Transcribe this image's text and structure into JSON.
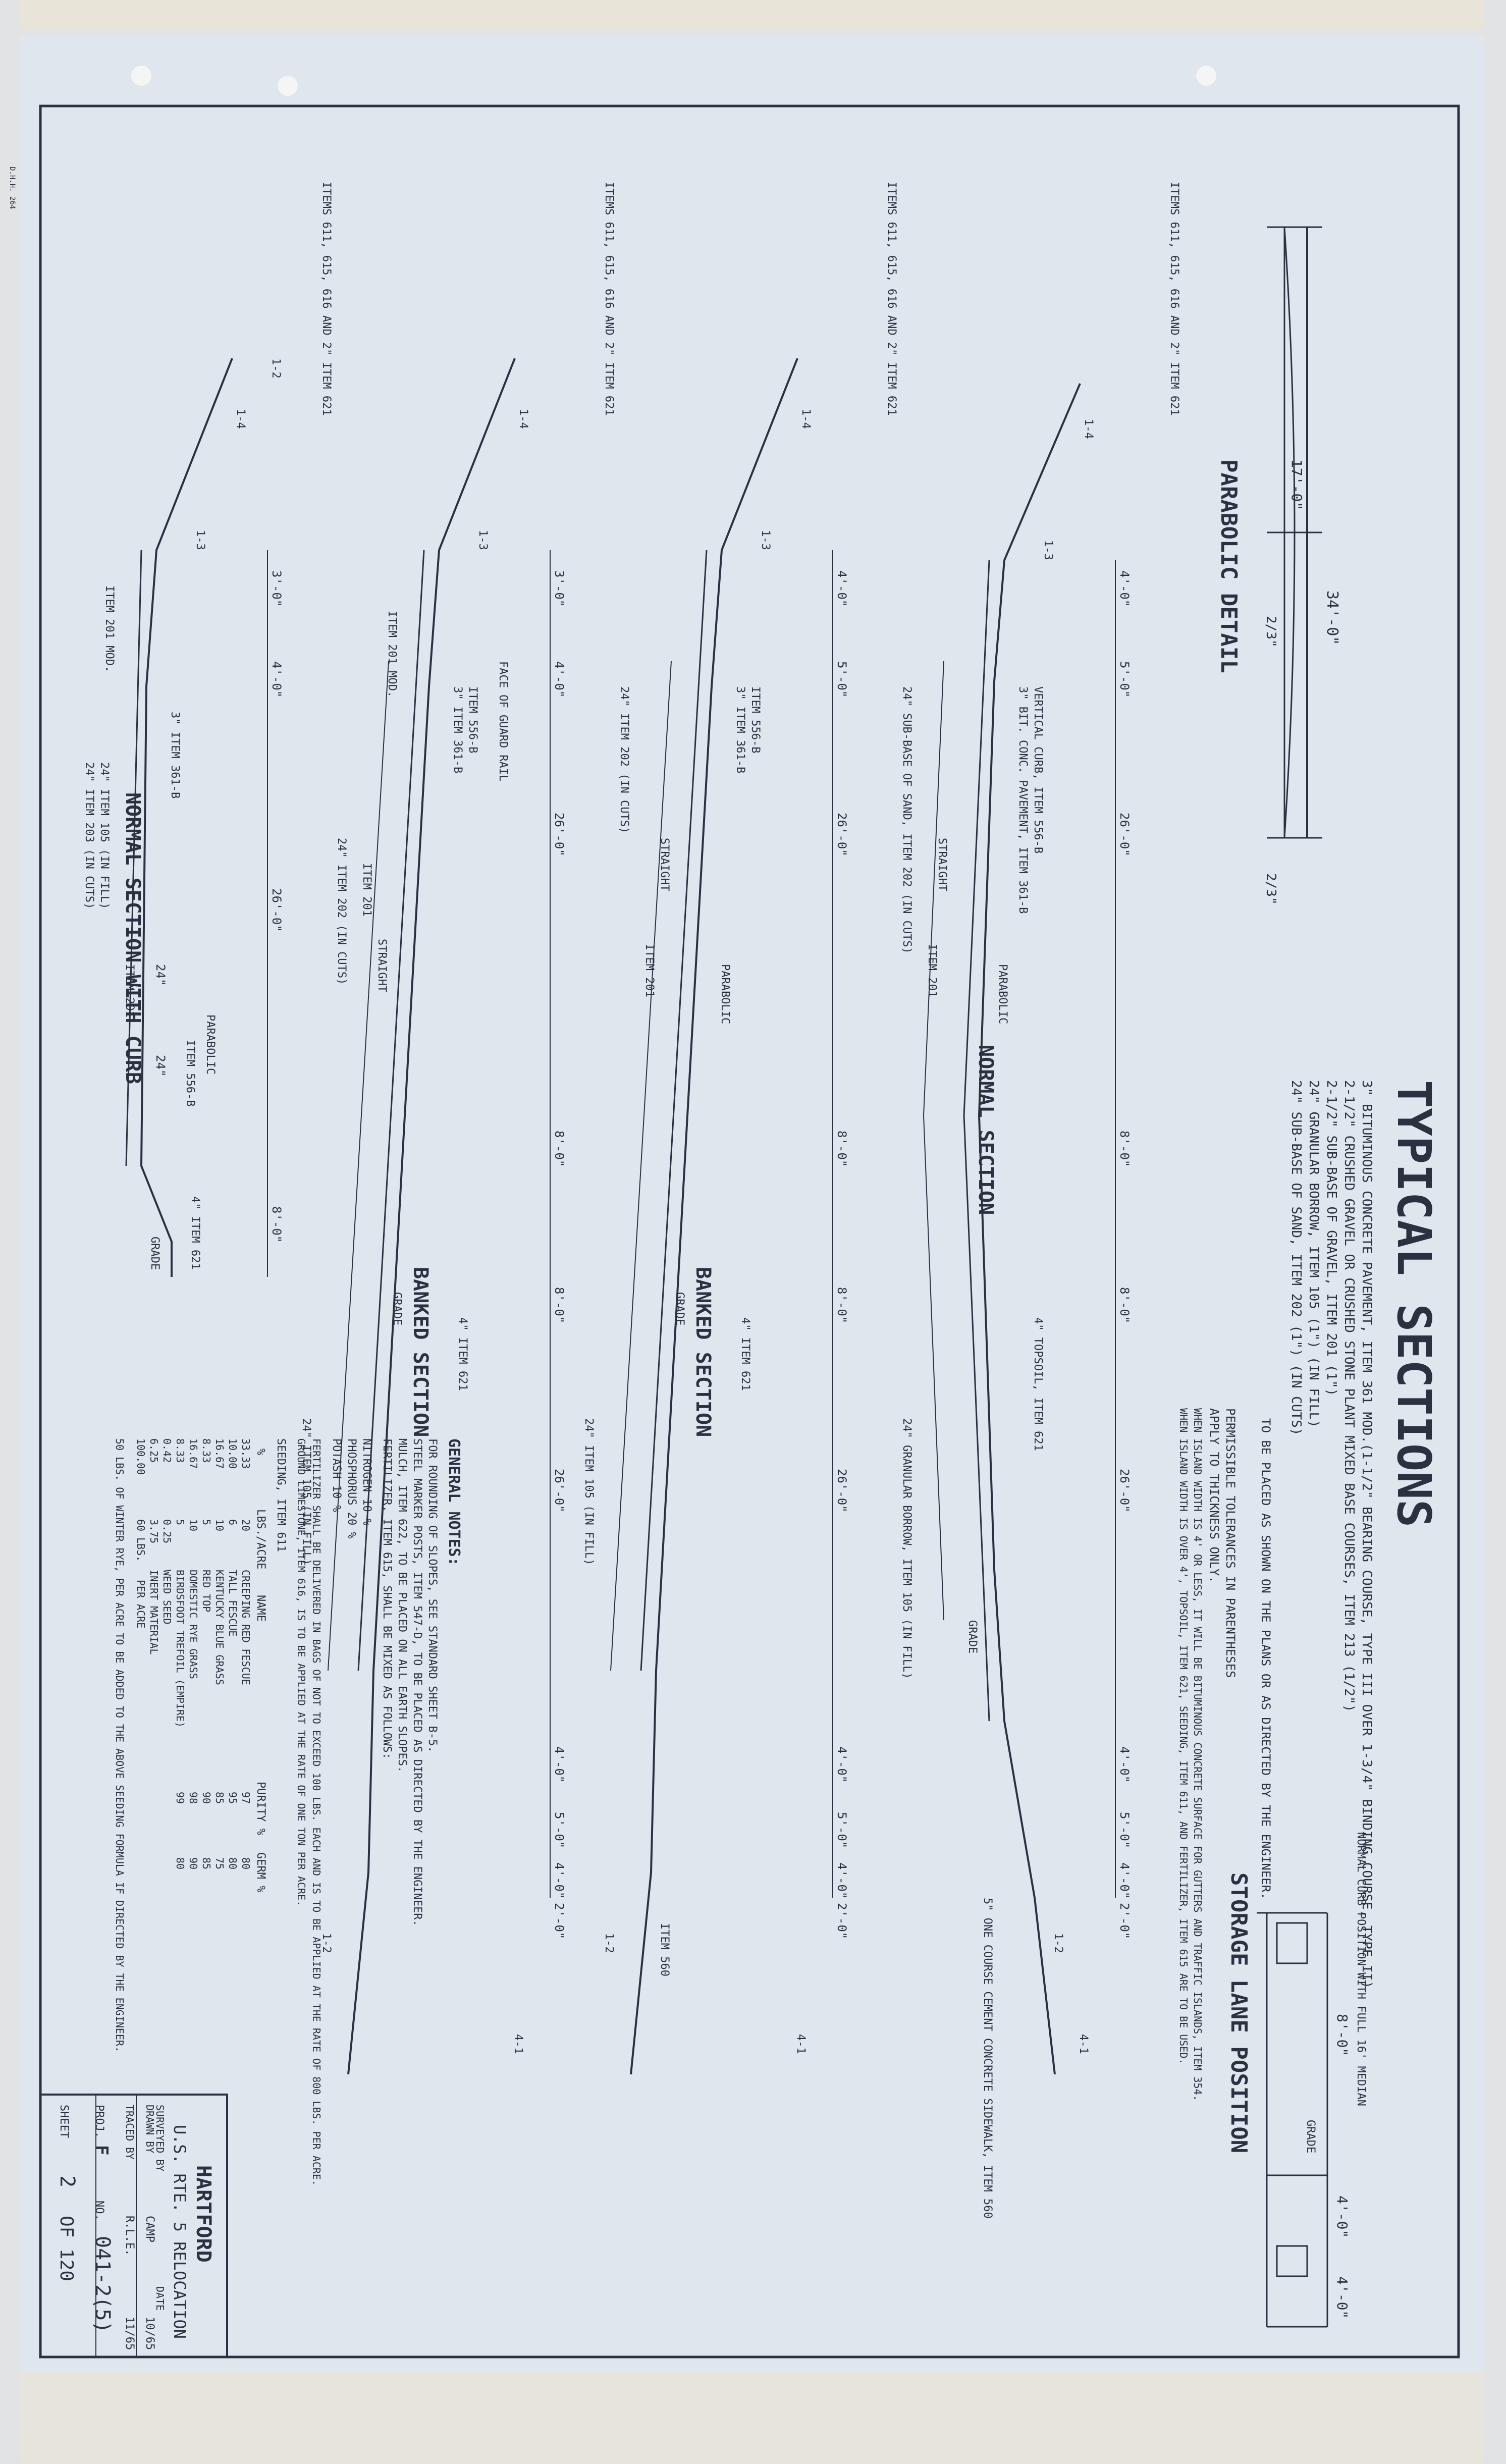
{
  "title": "TYPICAL SECTIONS",
  "parabolic_detail": {
    "title": "PARABOLIC DETAIL",
    "dims": [
      "34'-0\"",
      "17'-0\"",
      "2/3\"",
      "2/3\""
    ]
  },
  "storage_lane": {
    "title": "STORAGE LANE POSITION",
    "note": "NORMAL CURB POSITION WITH FULL 16' MEDIAN",
    "dims": [
      "8'-0\"",
      "4'-0\"",
      "4'-0\""
    ],
    "grade": "GRADE"
  },
  "legend": [
    "3\"     BITUMINOUS CONCRETE PAVEMENT, ITEM 361 MOD.(1-1/2\" BEARING COURSE, TYPE III OVER 1-3/4\" BINDING COURSE, TYPE II)",
    "2-1/2\" CRUSHED GRAVEL OR CRUSHED STONE PLANT MIXED BASE COURSES, ITEM 213 (1/2\")",
    "2-1/2\" SUB-BASE OF GRAVEL, ITEM 201 (1\")",
    "24\"    GRANULAR BORROW, ITEM 105 (1\") (IN FILL)",
    "24\"    SUB-BASE OF SAND, ITEM 202 (1\") (IN CUTS)"
  ],
  "legend_brace": "TO BE PLACED AS SHOWN ON THE PLANS OR AS DIRECTED BY THE ENGINEER.",
  "tolerances": [
    "PERMISSIBLE TOLERANCES IN PARENTHESES",
    "APPLY TO THICKNESS ONLY.",
    "WHEN ISLAND WIDTH IS 4' OR LESS, IT WILL BE BITUMINOUS CONCRETE SURFACE FOR GUTTERS AND TRAFFIC ISLANDS, ITEM 354.",
    "WHEN ISLAND WIDTH IS OVER 4', TOPSOIL, ITEM 621, SEEDING, ITEM 611, AND FERTILIZER, ITEM 615 ARE TO BE USED."
  ],
  "sections": [
    {
      "title": "NORMAL SECTION",
      "dims": [
        "4'-0\"",
        "5'-0\"",
        "26'-0\"",
        "8'-0\"",
        "8'-0\"",
        "26'-0\"",
        "4'-0\"",
        "5'-0\"",
        "4'-0\"",
        "2'-0\""
      ],
      "slopes": [
        "1-4",
        "1-3",
        "1-2",
        "4-1"
      ],
      "curb": "VERTICAL CURB, ITEM 556-B",
      "pave": "3\" BIT. CONC. PAVEMENT, ITEM 361-B",
      "crown": "PARABOLIC",
      "straight": "STRAIGHT",
      "borrow": "24\" GRANULAR BORROW, ITEM 105 (IN FILL)",
      "subbase": "24\" SUB-BASE OF SAND, ITEM 202 (IN CUTS)",
      "edge_note": "ITEMS 611, 615, 616 AND 2\" ITEM 621",
      "grade": "GRADE",
      "sidewalk": "5\" ONE COURSE CEMENT CONCRETE SIDEWALK, ITEM 560",
      "topsoil": "4\" TOPSOIL, ITEM 621",
      "gravel": "ITEM 201"
    },
    {
      "title": "BANKED SECTION",
      "dims": [
        "4'-0\"",
        "5'-0\"",
        "26'-0\"",
        "8'-0\"",
        "8'-0\"",
        "26'-0\"",
        "4'-0\"",
        "5'-0\"",
        "4'-0\"",
        "2'-0\""
      ],
      "slopes": [
        "1-4",
        "1-3",
        "1-2",
        "4-1"
      ],
      "curb": "ITEM 556-B",
      "pave": "3\" ITEM 361-B",
      "crown": "PARABOLIC",
      "straight": "STRAIGHT",
      "borrow": "24\" ITEM 105 (IN FILL)",
      "subbase": "24\" ITEM 202 (IN CUTS)",
      "edge_note": "ITEMS 611, 615, 616 AND 2\" ITEM 621",
      "grade": "GRADE",
      "sidewalk": "ITEM 560",
      "topsoil": "4\" ITEM 621",
      "gravel": "ITEM 201"
    },
    {
      "title": "BANKED SECTION",
      "dims": [
        "3'-0\"",
        "4'-0\"",
        "26'-0\"",
        "8'-0\"",
        "8'-0\"",
        "26'-0\"",
        "4'-0\"",
        "5'-0\"",
        "4'-0\"",
        "2'-0\""
      ],
      "slopes": [
        "1-4",
        "1-3",
        "1-2",
        "4-1"
      ],
      "curb": "ITEM 556-B",
      "pave": "3\" ITEM 361-B",
      "crown": "FACE OF GUARD RAIL",
      "straight": "STRAIGHT",
      "borrow": "24\" ITEM 105 (IN FILL)",
      "subbase": "24\" ITEM 202 (IN CUTS)",
      "edge_note": "ITEMS 611, 615, 616 AND 2\" ITEM 621",
      "grade": "GRADE",
      "sidewalk": "ITEM 201 MOD.",
      "topsoil": "4\" ITEM 621",
      "gravel": "ITEM 201"
    },
    {
      "title": "NORMAL SECTION WITH CURB",
      "dims": [
        "3'-0\"",
        "4'-0\"",
        "26'-0\"",
        "8'-0\"",
        "24\"",
        "24\"",
        "",
        "",
        "",
        ""
      ],
      "slopes": [
        "1-4",
        "1-3",
        "1-2",
        ""
      ],
      "curb": "ITEM 556-B",
      "pave": "3\" ITEM 361-B",
      "crown": "PARABOLIC",
      "straight": "",
      "borrow": "24\" ITEM 203 (IN CUTS)",
      "subbase": "24\" ITEM 105 (IN FILL)",
      "edge_note": "ITEMS 611, 615, 616 AND 2\" ITEM 621",
      "grade": "GRADE",
      "sidewalk": "ITEM 201 MOD.",
      "topsoil": "4\" ITEM 621",
      "gravel": "ITEM 201"
    }
  ],
  "general_notes": {
    "heading": "GENERAL NOTES:",
    "lines": [
      "FOR ROUNDING OF SLOPES, SEE STANDARD SHEET B-5.",
      "STEEL MARKER POSTS, ITEM 547-D, TO BE PLACED AS DIRECTED BY THE ENGINEER.",
      "MULCH, ITEM 622, TO BE PLACED ON ALL EARTH SLOPES.",
      "FERTILIZER, ITEM 615, SHALL BE MIXED AS FOLLOWS:",
      "NITROGEN     10 %",
      "PHOSPHORUS   20 %",
      "POTASH       10 %",
      "FERTILIZER SHALL BE DELIVERED IN BAGS OF NOT TO EXCEED 100 LBS. EACH AND IS TO BE APPLIED AT THE RATE OF 800 LBS. PER ACRE.",
      "GROUND LIMESTONE, ITEM 616, IS TO BE APPLIED AT THE RATE OF ONE TON PER ACRE.",
      "SEEDING, ITEM 611"
    ],
    "seed_table": {
      "headers": [
        "%",
        "LBS./ACRE",
        "NAME",
        "PURITY %",
        "GERM %"
      ],
      "rows": [
        [
          "33.33",
          "20",
          "CREEPING RED FESCUE",
          "97",
          "80"
        ],
        [
          "10.00",
          "6",
          "TALL FESCUE",
          "95",
          "80"
        ],
        [
          "16.67",
          "10",
          "KENTUCKY BLUE GRASS",
          "85",
          "75"
        ],
        [
          "8.33",
          "5",
          "RED TOP",
          "90",
          "85"
        ],
        [
          "16.67",
          "10",
          "DOMESTIC RYE GRASS",
          "98",
          "90"
        ],
        [
          "8.33",
          "5",
          "BIRDSFOOT TREFOIL (EMPIRE)",
          "99",
          "80"
        ],
        [
          "0.42",
          "0.25",
          "WEED SEED",
          "",
          ""
        ],
        [
          "6.25",
          "3.75",
          "INERT MATERIAL",
          "",
          ""
        ],
        [
          "100.00",
          "60 LBS.",
          "PER ACRE",
          "",
          ""
        ]
      ],
      "footnote": "50 LBS. OF WINTER RYE, PER ACRE TO BE ADDED TO THE ABOVE SEEDING FORMULA IF DIRECTED BY THE ENGINEER."
    }
  },
  "title_block": {
    "town": "HARTFORD",
    "project": "U.S. RTE. 5 RELOCATION",
    "surveyed_label": "SURVEYED BY",
    "surveyed_date": "",
    "drawn_label": "DRAWN BY",
    "drawn_by": "CAMP",
    "drawn_date": "10/65",
    "traced_label": "TRACED BY",
    "traced_by": "R.L.E.",
    "traced_date": "11/65",
    "date_label": "DATE",
    "proj_label": "PROJ.",
    "proj_code": "F",
    "no_label": "NO.",
    "proj_no": "041-2(5)",
    "sheet_label": "SHEET",
    "sheet_no": "2",
    "sheet_of": "OF 120"
  },
  "stamp": "D.H.H. 264"
}
